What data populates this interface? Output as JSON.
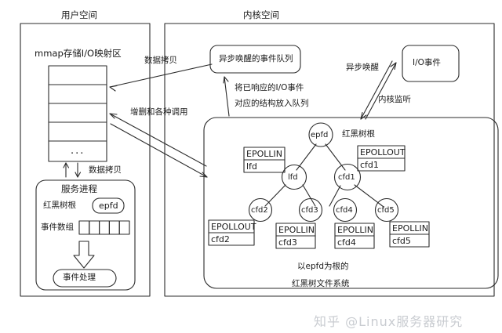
{
  "diagram": {
    "zones": {
      "user_space": "用户空间",
      "kernel_space": "内核空间"
    },
    "user": {
      "mmap_title": "mmap存储I/O映射区",
      "mmap_rows": [
        "",
        "",
        "",
        "",
        "..."
      ],
      "copy_label_top": "数据拷贝",
      "copy_label_bottom": "数据拷贝",
      "syscall_label": "增删和各种调用",
      "process": {
        "title": "服务进程",
        "rbtree_root_label": "红黑树根",
        "rbtree_root_value": "epfd",
        "event_array_label": "事件数组",
        "event_array_cells": [
          "",
          "",
          "",
          "",
          ""
        ],
        "handler": "事件处理"
      }
    },
    "kernel": {
      "ready_queue": "异步唤醒的事件队列",
      "enqueue_note_line1": "将已响应的I/O事件",
      "enqueue_note_line2": "对应的结构放入队列",
      "async_wake": "异步唤醒",
      "kernel_listen": "内核监听",
      "io_event": "I/O事件",
      "rbtree": {
        "root_label": "红黑树根",
        "caption_line1": "以epfd为根的",
        "caption_line2": "红黑树文件系统",
        "nodes": [
          {
            "id": "epfd",
            "label": "epfd"
          },
          {
            "id": "lfd",
            "label": "lfd"
          },
          {
            "id": "cfd1",
            "label": "cfd1"
          },
          {
            "id": "cfd2",
            "label": "cfd2"
          },
          {
            "id": "cfd3",
            "label": "cfd3"
          },
          {
            "id": "cfd4",
            "label": "cfd4"
          },
          {
            "id": "cfd5",
            "label": "cfd5"
          }
        ],
        "event_boxes": [
          {
            "event": "EPOLLIN",
            "fd": "lfd"
          },
          {
            "event": "EPOLLOUT",
            "fd": "cfd1"
          },
          {
            "event": "EPOLLOUT",
            "fd": "cfd2"
          },
          {
            "event": "EPOLLIN",
            "fd": "cfd3"
          },
          {
            "event": "EPOLLIN",
            "fd": "cfd4"
          },
          {
            "event": "EPOLLIN",
            "fd": "cfd5"
          }
        ]
      }
    },
    "watermark": "知乎 @Linux服务器研究",
    "colors": {
      "stroke": "#2b2b2b",
      "text": "#1a1a1a",
      "background": "#ffffff",
      "watermark": "#c9ccd1"
    }
  }
}
